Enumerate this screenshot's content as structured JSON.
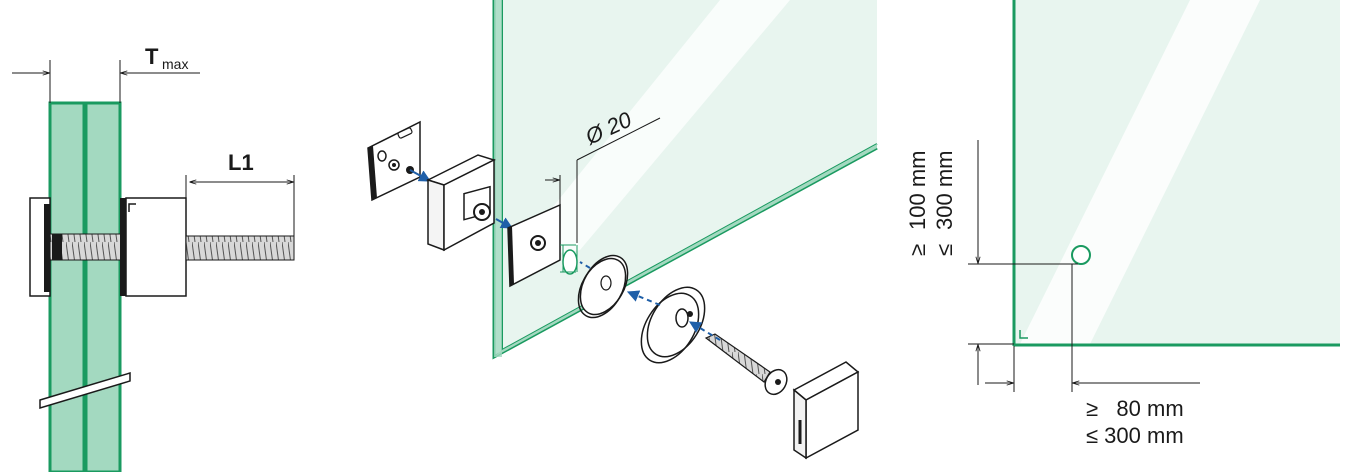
{
  "figure": {
    "left_panel": {
      "thickness_label": "T",
      "thickness_subscript": "max",
      "length_label": "L1"
    },
    "middle_panel": {
      "diameter_label": "Ø 20"
    },
    "right_panel": {
      "vertical_label_top": "100 mm",
      "vertical_label_bottom": "300 mm",
      "vertical_symbol_top": "≥",
      "vertical_symbol_bottom": "≤",
      "horizontal_label_top": "≥   80 mm",
      "horizontal_label_bottom": "≤ 300 mm"
    },
    "colors": {
      "glass_fill": "#a3d9c0",
      "glass_light": "#e8f5ef",
      "glass_edge": "#1a9a60",
      "line": "#1a1a1a",
      "arrow_blue": "#1f5fa8"
    }
  }
}
